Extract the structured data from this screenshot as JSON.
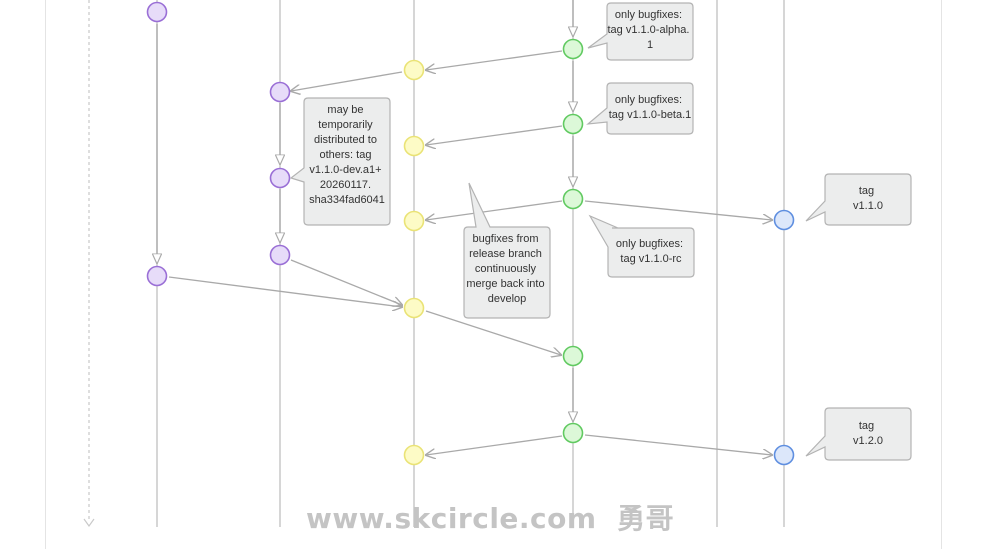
{
  "colors": {
    "lane": "#c9c9c9",
    "edge": "#a9a9a9",
    "note_fill": "#eceded",
    "note_stroke": "#b3b3b3",
    "feature_fill": "#e7dcf9",
    "feature_stroke": "#9a6fd6",
    "develop_fill": "#fdfbc6",
    "develop_stroke": "#eae376",
    "release_fill": "#dcf8d8",
    "release_stroke": "#61ca61",
    "main_fill": "#dce7fa",
    "main_stroke": "#5f8fe0"
  },
  "notes": {
    "alpha": [
      "only bugfixes:",
      "tag v1.1.0-alpha.",
      "1"
    ],
    "beta": [
      "only bugfixes:",
      "tag v1.1.0-beta.1"
    ],
    "dev": [
      "may be",
      "temporarily",
      "distributed to",
      "others: tag",
      "v1.1.0-dev.a1+",
      "20260117.",
      "sha334fad6041"
    ],
    "merge_back": [
      "bugfixes from",
      "release branch",
      "continuously",
      "merge back into",
      "develop"
    ],
    "rc": [
      "only bugfixes:",
      "tag v1.1.0-rc"
    ],
    "tag_110": [
      "tag",
      "v1.1.0"
    ],
    "tag_120": [
      "tag",
      "v1.2.0"
    ]
  },
  "watermark": "www.skcircle.com  勇哥"
}
